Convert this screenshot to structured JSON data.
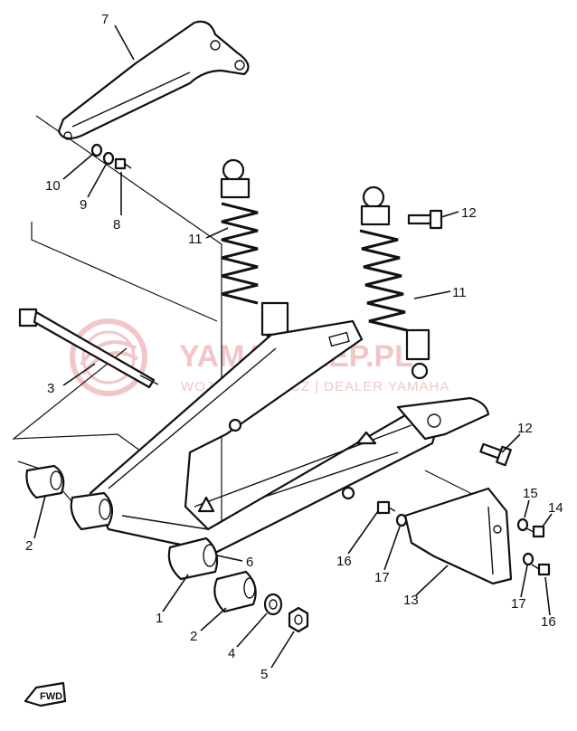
{
  "watermark": {
    "title": "YAMASKLEP.PL",
    "subtitle": "WOJCIECHOWICZ | DEALER YAMAHA",
    "color": "#f2c6c6"
  },
  "fwd_label": "FWD",
  "callouts": [
    {
      "id": "c7",
      "label": "7"
    },
    {
      "id": "c10",
      "label": "10"
    },
    {
      "id": "c9",
      "label": "9"
    },
    {
      "id": "c8",
      "label": "8"
    },
    {
      "id": "c11a",
      "label": "11"
    },
    {
      "id": "c12a",
      "label": "12"
    },
    {
      "id": "c11b",
      "label": "11"
    },
    {
      "id": "c3",
      "label": "3"
    },
    {
      "id": "c12b",
      "label": "12"
    },
    {
      "id": "c15",
      "label": "15"
    },
    {
      "id": "c14",
      "label": "14"
    },
    {
      "id": "c2a",
      "label": "2"
    },
    {
      "id": "c6",
      "label": "6"
    },
    {
      "id": "c16a",
      "label": "16"
    },
    {
      "id": "c17a",
      "label": "17"
    },
    {
      "id": "c1",
      "label": "1"
    },
    {
      "id": "c13",
      "label": "13"
    },
    {
      "id": "c17b",
      "label": "17"
    },
    {
      "id": "c2b",
      "label": "2"
    },
    {
      "id": "c16b",
      "label": "16"
    },
    {
      "id": "c4",
      "label": "4"
    },
    {
      "id": "c5",
      "label": "5"
    }
  ]
}
